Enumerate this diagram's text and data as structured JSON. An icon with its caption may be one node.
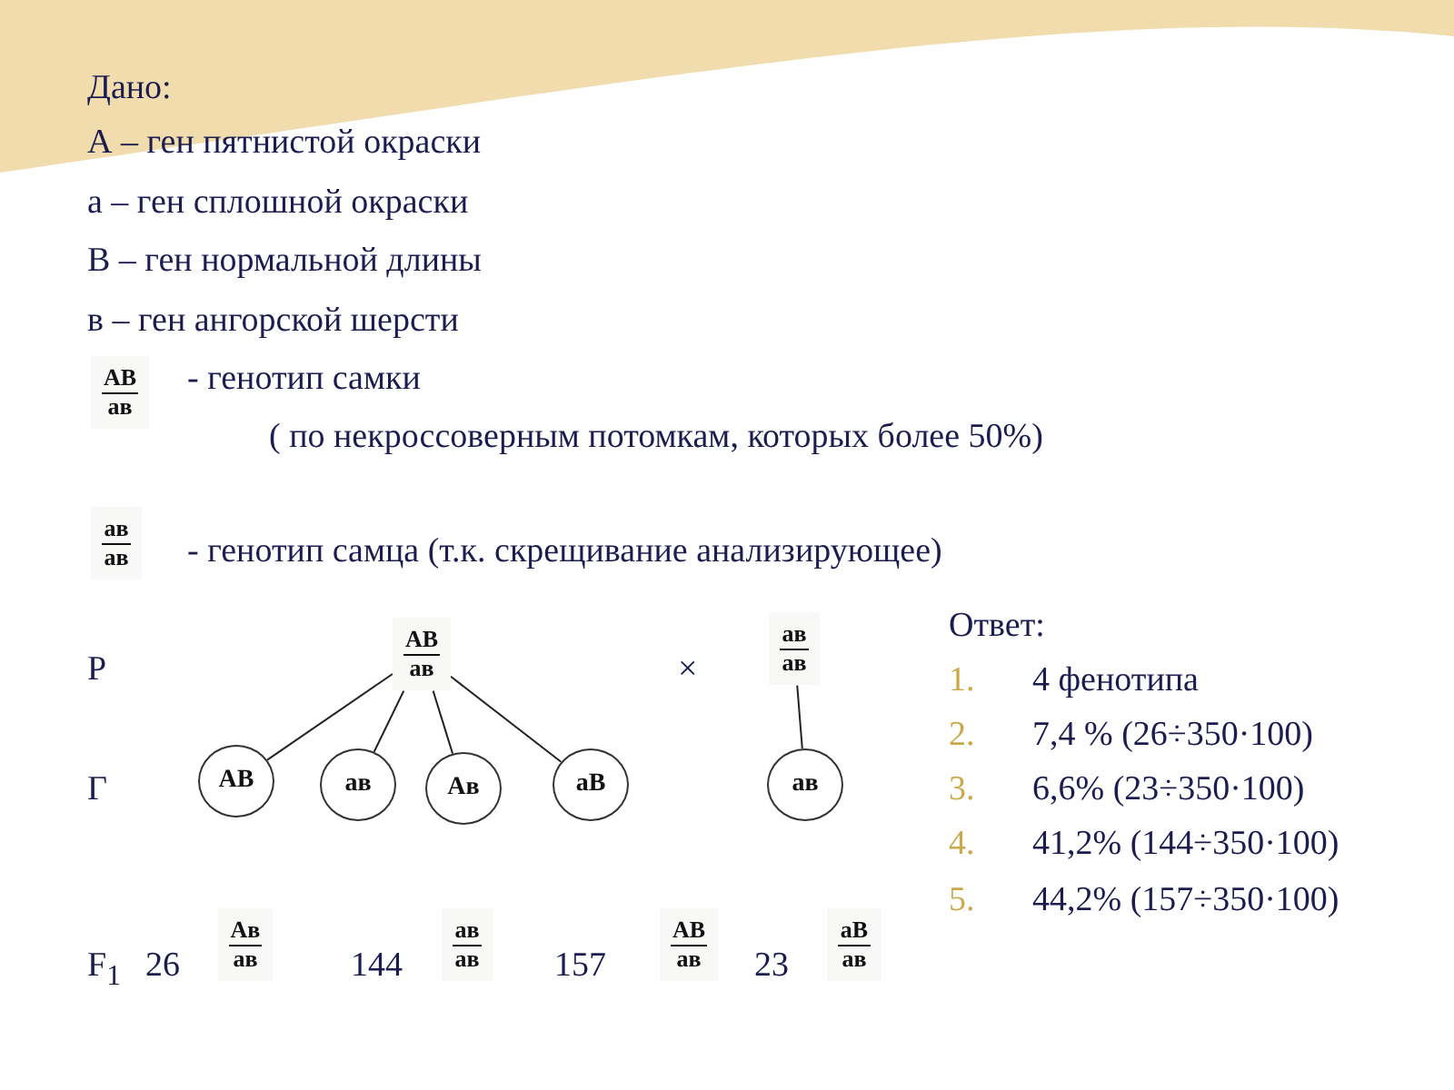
{
  "diagram": {
    "nodes": [
      {
        "text": [
          "АВ",
          "ав"
        ]
      },
      {
        "text": [
          "ав",
          "ав"
        ]
      },
      {
        "text": [
          "АВ",
          "ав"
        ]
      },
      {
        "text": [
          "ав",
          "ав"
        ]
      },
      {
        "text": [
          "АВ"
        ]
      },
      {
        "text": [
          "ав"
        ]
      },
      {
        "text": [
          "Ав"
        ]
      },
      {
        "text": [
          "аВ"
        ]
      },
      {
        "text": [
          "ав"
        ]
      },
      {
        "text": [
          "Ав",
          "ав"
        ]
      },
      {
        "text": [
          "ав",
          "ав"
        ]
      },
      {
        "text": [
          "АВ",
          "ав"
        ]
      },
      {
        "text": [
          "аВ",
          "ав"
        ]
      }
    ],
    "edges": [
      {
        "from": 2,
        "to": 4,
        "arrow": "none"
      },
      {
        "from": 2,
        "to": 5,
        "arrow": "none"
      },
      {
        "from": 2,
        "to": 6,
        "arrow": "none"
      },
      {
        "from": 2,
        "to": 7,
        "arrow": "none"
      },
      {
        "from": 3,
        "to": 8,
        "arrow": "none"
      }
    ],
    "labels": [
      "Дано:",
      "А – ген пятнистой окраски",
      "а – ген сплошной окраски",
      "В – ген нормальной длины",
      "в – ген ангорской шерсти",
      "- генотип самки",
      "( по некроссоверным потомкам, которых более 50%)",
      "- генотип самца (т.к. скрещивание анализирующее)",
      "Р",
      "×",
      "Г",
      "F$_{1}$",
      "26",
      "144",
      "157",
      "23",
      "Ответ:",
      "1.",
      "4 фенотипа",
      "2.",
      "7,4 % (26÷350·100)",
      "3.",
      "6,6% (23÷350·100)",
      "4.",
      "41,2% (144÷350·100)",
      "5.",
      "44,2% (157÷350·100)"
    ]
  }
}
